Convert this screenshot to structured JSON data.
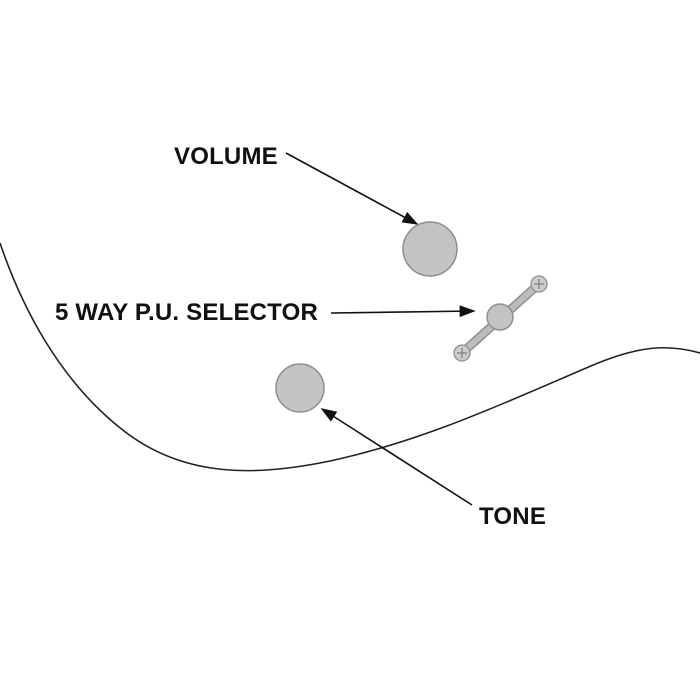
{
  "diagram": {
    "labels": {
      "volume": "VOLUME",
      "selector": "5 WAY P.U. SELECTOR",
      "tone": "TONE"
    },
    "colors": {
      "knob_fill": "#c3c3c3",
      "knob_stroke": "#8f8f8f",
      "switch_bar": "#9a9a9a",
      "screw_fill": "#cccccc",
      "line": "#111111",
      "background": "#ffffff"
    }
  }
}
